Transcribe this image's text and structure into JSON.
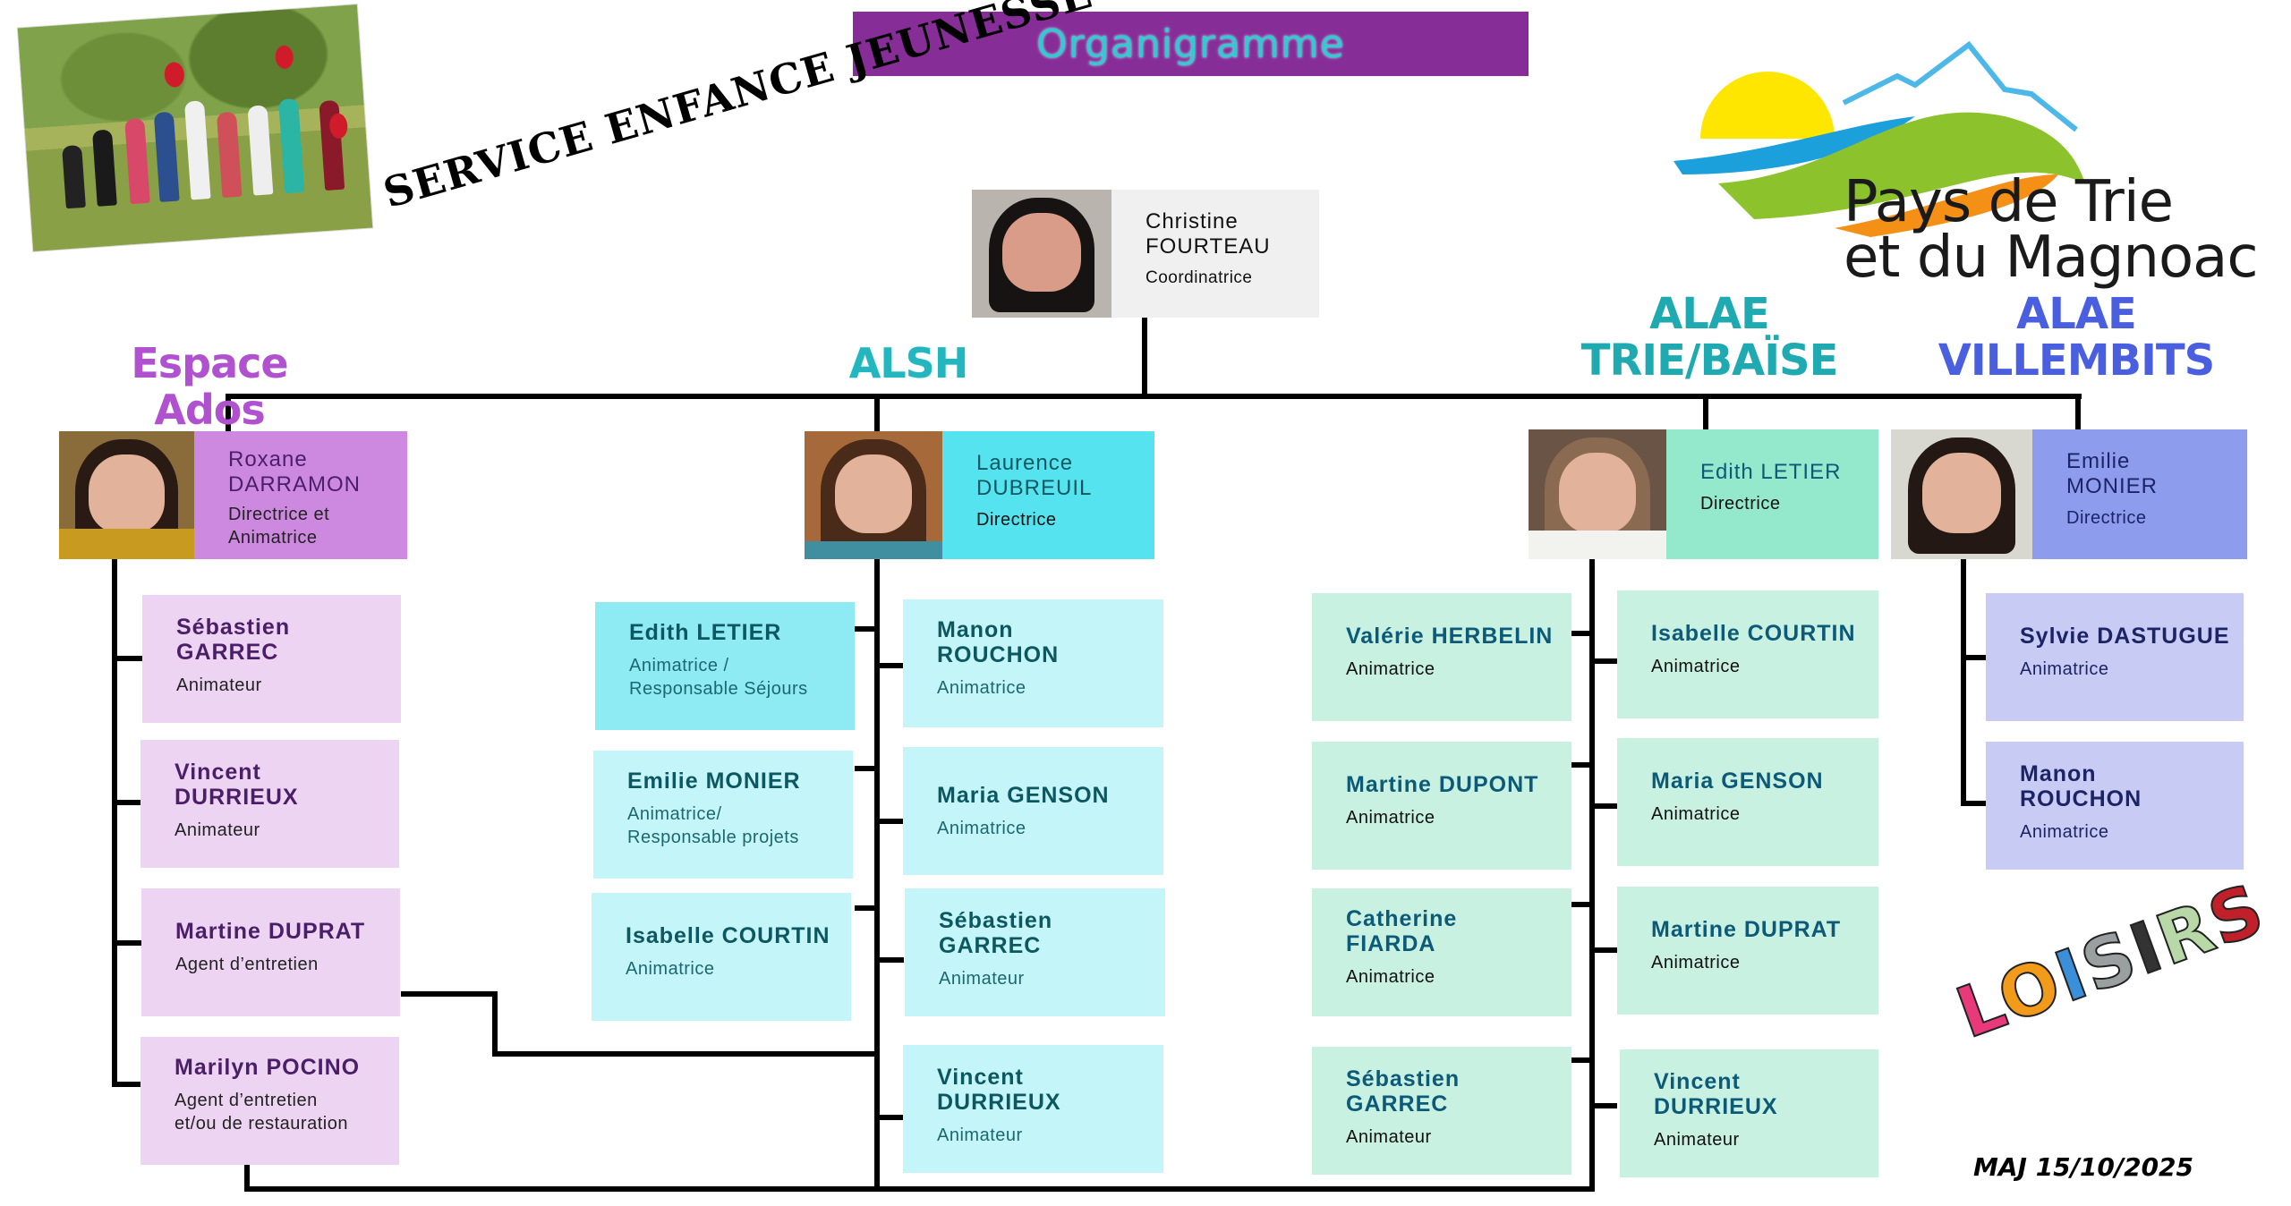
{
  "header": {
    "title": "Organigramme",
    "service_title": "SERVICE ENFANCE JEUNESSE",
    "logo_line1": "Pays de Trie",
    "logo_line2": "et du Magnoac"
  },
  "coordinator": {
    "first": "Christine",
    "last": "FOURTEAU",
    "role": "Coordinatrice"
  },
  "sections": [
    {
      "label": "Espace Ados",
      "color": "#b052d0",
      "director": {
        "first": "Roxane",
        "last": "DARRAMON",
        "role_line1": "Directrice et",
        "role_line2": "Animatrice"
      },
      "staff": [
        {
          "first": "Sébastien",
          "last": "GARREC",
          "role": "Animateur"
        },
        {
          "first": "Vincent",
          "last": "DURRIEUX",
          "role": "Animateur"
        },
        {
          "name": "Martine DUPRAT",
          "role": "Agent d’entretien"
        },
        {
          "name": "Marilyn POCINO",
          "role_line1": "Agent d’entretien",
          "role_line2": "et/ou de restauration"
        }
      ]
    },
    {
      "label": "ALSH",
      "color": "#25b5bf",
      "director": {
        "first": "Laurence",
        "last": "DUBREUIL",
        "role": "Directrice"
      },
      "staff_left": [
        {
          "name": "Edith LETIER",
          "role_line1": "Animatrice /",
          "role_line2": "Responsable Séjours"
        },
        {
          "name": "Emilie MONIER",
          "role_line1": "Animatrice/",
          "role_line2": "Responsable projets"
        },
        {
          "name": "Isabelle COURTIN",
          "role": "Animatrice"
        }
      ],
      "staff_right": [
        {
          "first": "Manon",
          "last": "ROUCHON",
          "role": "Animatrice"
        },
        {
          "name": "Maria GENSON",
          "role": "Animatrice"
        },
        {
          "first": "Sébastien",
          "last": "GARREC",
          "role": "Animateur"
        },
        {
          "first": "Vincent",
          "last": "DURRIEUX",
          "role": "Animateur"
        }
      ]
    },
    {
      "label_line1": "ALAE",
      "label_line2": "TRIE/BAÏSE",
      "color": "#1fa9b0",
      "director": {
        "name": "Edith LETIER",
        "role": "Directrice"
      },
      "staff_left": [
        {
          "name": "Valérie HERBELIN",
          "role": "Animatrice"
        },
        {
          "name": "Martine DUPONT",
          "role": "Animatrice"
        },
        {
          "first": "Catherine",
          "last": "FIARDA",
          "role": "Animatrice"
        },
        {
          "first": "Sébastien",
          "last": "GARREC",
          "role": "Animateur"
        }
      ],
      "staff_right": [
        {
          "name": "Isabelle COURTIN",
          "role": "Animatrice"
        },
        {
          "name": "Maria GENSON",
          "role": "Animatrice"
        },
        {
          "name": "Martine DUPRAT",
          "role": "Animatrice"
        },
        {
          "first": "Vincent",
          "last": "DURRIEUX",
          "role": "Animateur"
        }
      ]
    },
    {
      "label_line1": "ALAE",
      "label_line2": "VILLEMBITS",
      "color": "#4a5ee0",
      "director": {
        "first": "Emilie",
        "last": "MONIER",
        "role": "Directrice"
      },
      "staff": [
        {
          "name": "Sylvie DASTUGUE",
          "role": "Animatrice"
        },
        {
          "first": "Manon",
          "last": "ROUCHON",
          "role": "Animatrice"
        }
      ]
    }
  ],
  "footer": {
    "loisirs_letters": [
      "L",
      "O",
      "I",
      "S",
      "I",
      "R",
      "S"
    ],
    "updated": "MAJ 15/10/2025"
  }
}
